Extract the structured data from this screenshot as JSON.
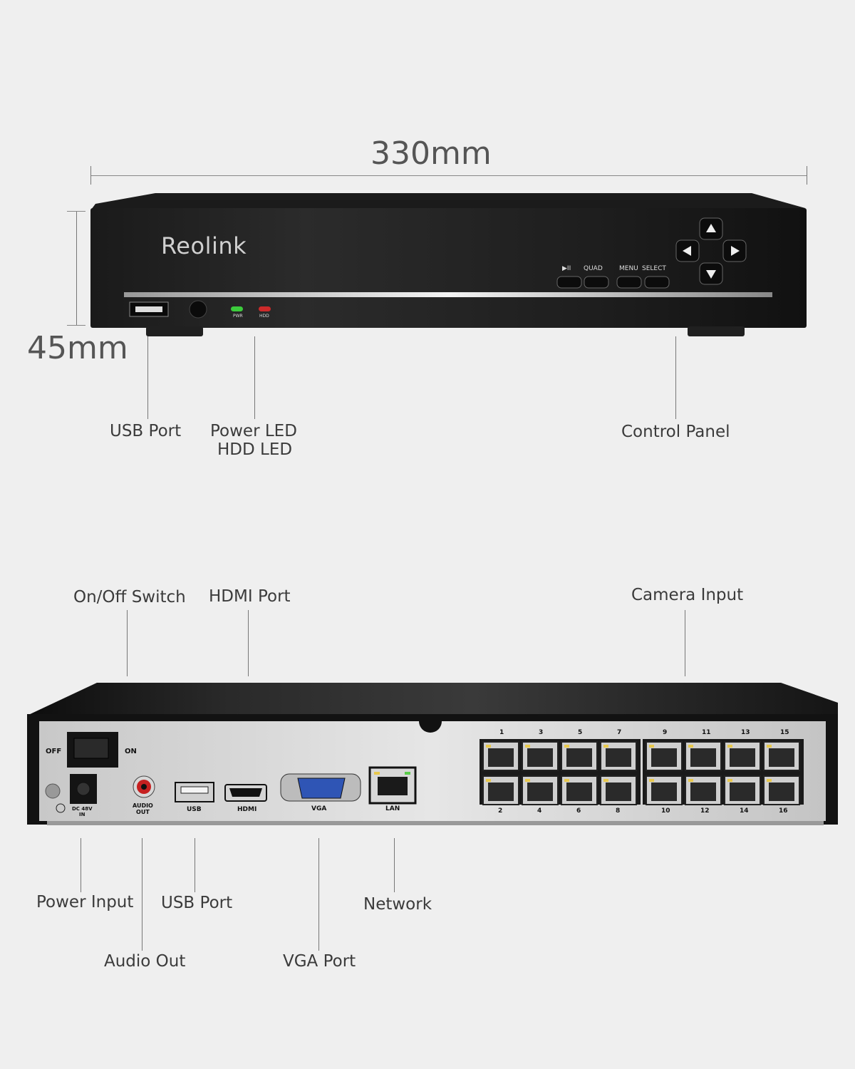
{
  "dimensions": {
    "width_label": "330mm",
    "height_label": "45mm"
  },
  "front": {
    "brand": "Reolink",
    "buttons": {
      "play_pause": "▶II",
      "quad": "QUAD",
      "menu": "MENU",
      "select": "SELECT"
    },
    "leds": {
      "pwr": "PWR",
      "hdd": "HDD"
    },
    "callouts": {
      "usb_port": "USB Port",
      "power_led": "Power LED",
      "hdd_led": "HDD LED",
      "control_panel": "Control Panel"
    }
  },
  "rear": {
    "switch": {
      "off": "OFF",
      "on": "ON"
    },
    "ports": {
      "dc": "DC 48V\nIN",
      "audio": "AUDIO\nOUT",
      "usb": "USB",
      "hdmi": "HDMI",
      "vga": "VGA",
      "lan": "LAN"
    },
    "top_numbers": [
      "1",
      "3",
      "5",
      "7",
      "9",
      "11",
      "13",
      "15"
    ],
    "bottom_numbers": [
      "2",
      "4",
      "6",
      "8",
      "10",
      "12",
      "14",
      "16"
    ],
    "callouts": {
      "on_off_switch": "On/Off Switch",
      "hdmi_port": "HDMI Port",
      "camera_input": "Camera Input",
      "power_input": "Power Input",
      "usb_port": "USB Port",
      "network": "Network",
      "audio_out": "Audio Out",
      "vga_port": "VGA Port"
    }
  },
  "colors": {
    "background": "#efefef",
    "chassis": "#141414",
    "panel": "#c9c9c9",
    "pwr_led": "#3ccc3c",
    "hdd_led": "#cc2a2a"
  }
}
